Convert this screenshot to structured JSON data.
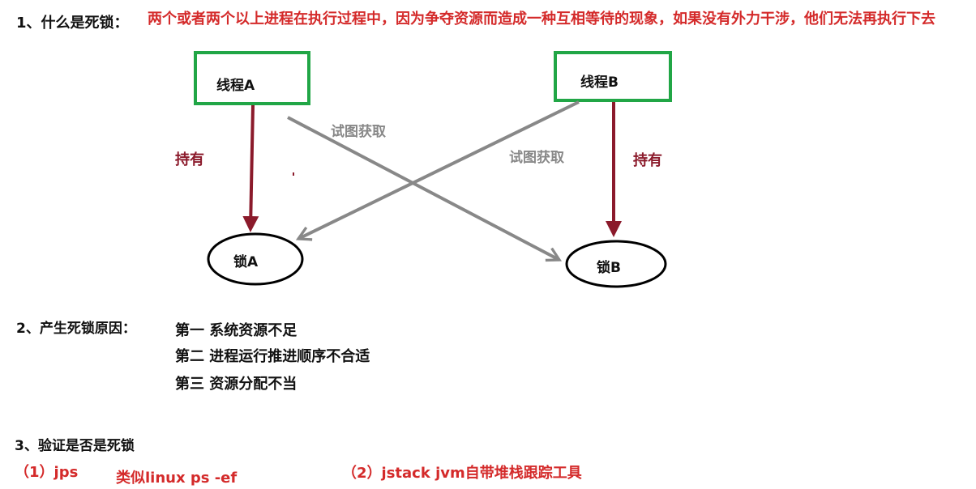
{
  "section1": {
    "heading": "1、什么是死锁：",
    "definition": "两个或者两个以上进程在执行过程中，因为争夺资源而造成一种互相等待的现象，如果没有外力干涉，他们无法再执行下去"
  },
  "diagram": {
    "thread_a": "线程A",
    "thread_b": "线程B",
    "lock_a": "锁A",
    "lock_b": "锁B",
    "hold_label_left": "持有",
    "hold_label_right": "持有",
    "try_label_a": "试图获取",
    "try_label_b": "试图获取"
  },
  "section2": {
    "heading": "2、产生死锁原因：",
    "reasons": [
      "第一 系统资源不足",
      "第二 进程运行推进顺序不合适",
      "第三 资源分配不当"
    ]
  },
  "section3": {
    "heading": "3、验证是否是死锁",
    "method1": "（1）jps",
    "method1_note": "类似linux  ps -ef",
    "method2": "（2）jstack  jvm自带堆栈跟踪工具"
  },
  "colors": {
    "box_border": "#21a646",
    "hold_arrow": "#8b1a2b",
    "try_arrow": "#888888",
    "red_text": "#d42a2a"
  }
}
